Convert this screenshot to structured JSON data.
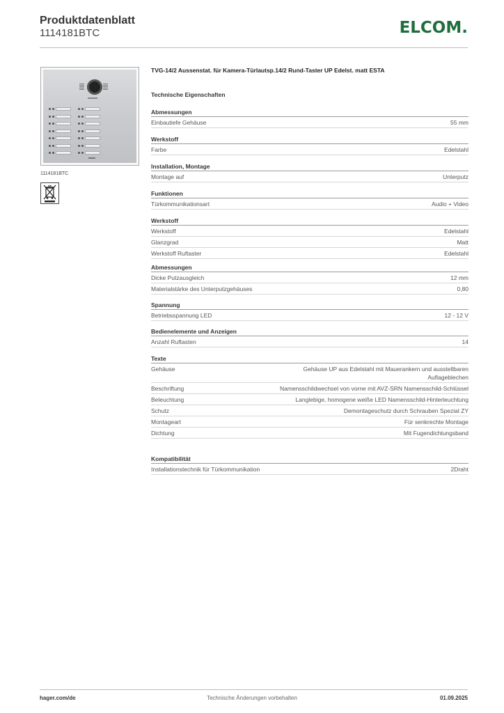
{
  "header": {
    "title": "Produktdatenblatt",
    "article_number": "1114181BTC",
    "logo": "ELCOM."
  },
  "colors": {
    "brand": "#1e6e3c"
  },
  "product": {
    "image_caption": "1114181BTC",
    "title": "TVG-14/2 Aussenstat. für Kamera-Türlautsp.14/2 Rund-Taster UP Edelst. matt ESTA",
    "buttons_per_column": 7,
    "icon": "weee-crossed-bin-icon"
  },
  "tech_title": "Technische Eigenschaften",
  "sections": [
    {
      "heading": "Abmessungen",
      "rows": [
        {
          "k": "Einbautiefe Gehäuse",
          "v": "55 mm"
        }
      ]
    },
    {
      "heading": "Werkstoff",
      "rows": [
        {
          "k": "Farbe",
          "v": "Edelstahl"
        }
      ]
    },
    {
      "heading": "Installation, Montage",
      "rows": [
        {
          "k": "Montage auf",
          "v": "Unterputz"
        }
      ]
    },
    {
      "heading": "Funktionen",
      "rows": [
        {
          "k": "Türkommunikationsart",
          "v": "Audio + Video"
        }
      ]
    },
    {
      "heading": "Werkstoff",
      "rows": [
        {
          "k": "Werkstoff",
          "v": "Edelstahl"
        },
        {
          "k": "Glanzgrad",
          "v": "Matt"
        },
        {
          "k": "Werkstoff Ruftaster",
          "v": "Edelstahl"
        }
      ]
    },
    {
      "heading": "Abmessungen",
      "rows": [
        {
          "k": "Dicke Putzausgleich",
          "v": "12 mm"
        },
        {
          "k": "Materialstärke des Unterputzgehäuses",
          "v": "0,80"
        }
      ]
    },
    {
      "heading": "Spannung",
      "rows": [
        {
          "k": "Betriebsspannung LED",
          "v": "12 - 12 V"
        }
      ]
    },
    {
      "heading": "Bedienelemente und Anzeigen",
      "rows": [
        {
          "k": "Anzahl Ruftasten",
          "v": "14"
        }
      ]
    },
    {
      "heading": "Texte",
      "rows": [
        {
          "k": "Gehäuse",
          "v": "Gehäuse UP aus Edelstahl mit Maueranker​n und ausstellbaren Auflageblechen"
        },
        {
          "k": "Beschriftung",
          "v": "Namensschildwechsel von vorne mit AVZ-SRN Namensschild-Schlüssel"
        },
        {
          "k": "Beleuchtung",
          "v": "Langlebige, homogene weiße LED Namensschild-Hinterleuchtung"
        },
        {
          "k": "Schutz",
          "v": "Demontageschutz durch Schrauben Spezial ZY"
        },
        {
          "k": "Montageart",
          "v": "Für senkrechte Montage"
        },
        {
          "k": "Dichtung",
          "v": "Mit Fugendichtungsband"
        }
      ]
    },
    {
      "heading": "Kompatibilität",
      "rows": [
        {
          "k": "Installationstechnik für Türkommunikation",
          "v": "2Draht"
        }
      ]
    }
  ],
  "footer": {
    "left": "hager.com/de",
    "center": "Technische Änderungen vorbehalten",
    "right": "01.09.2025"
  }
}
